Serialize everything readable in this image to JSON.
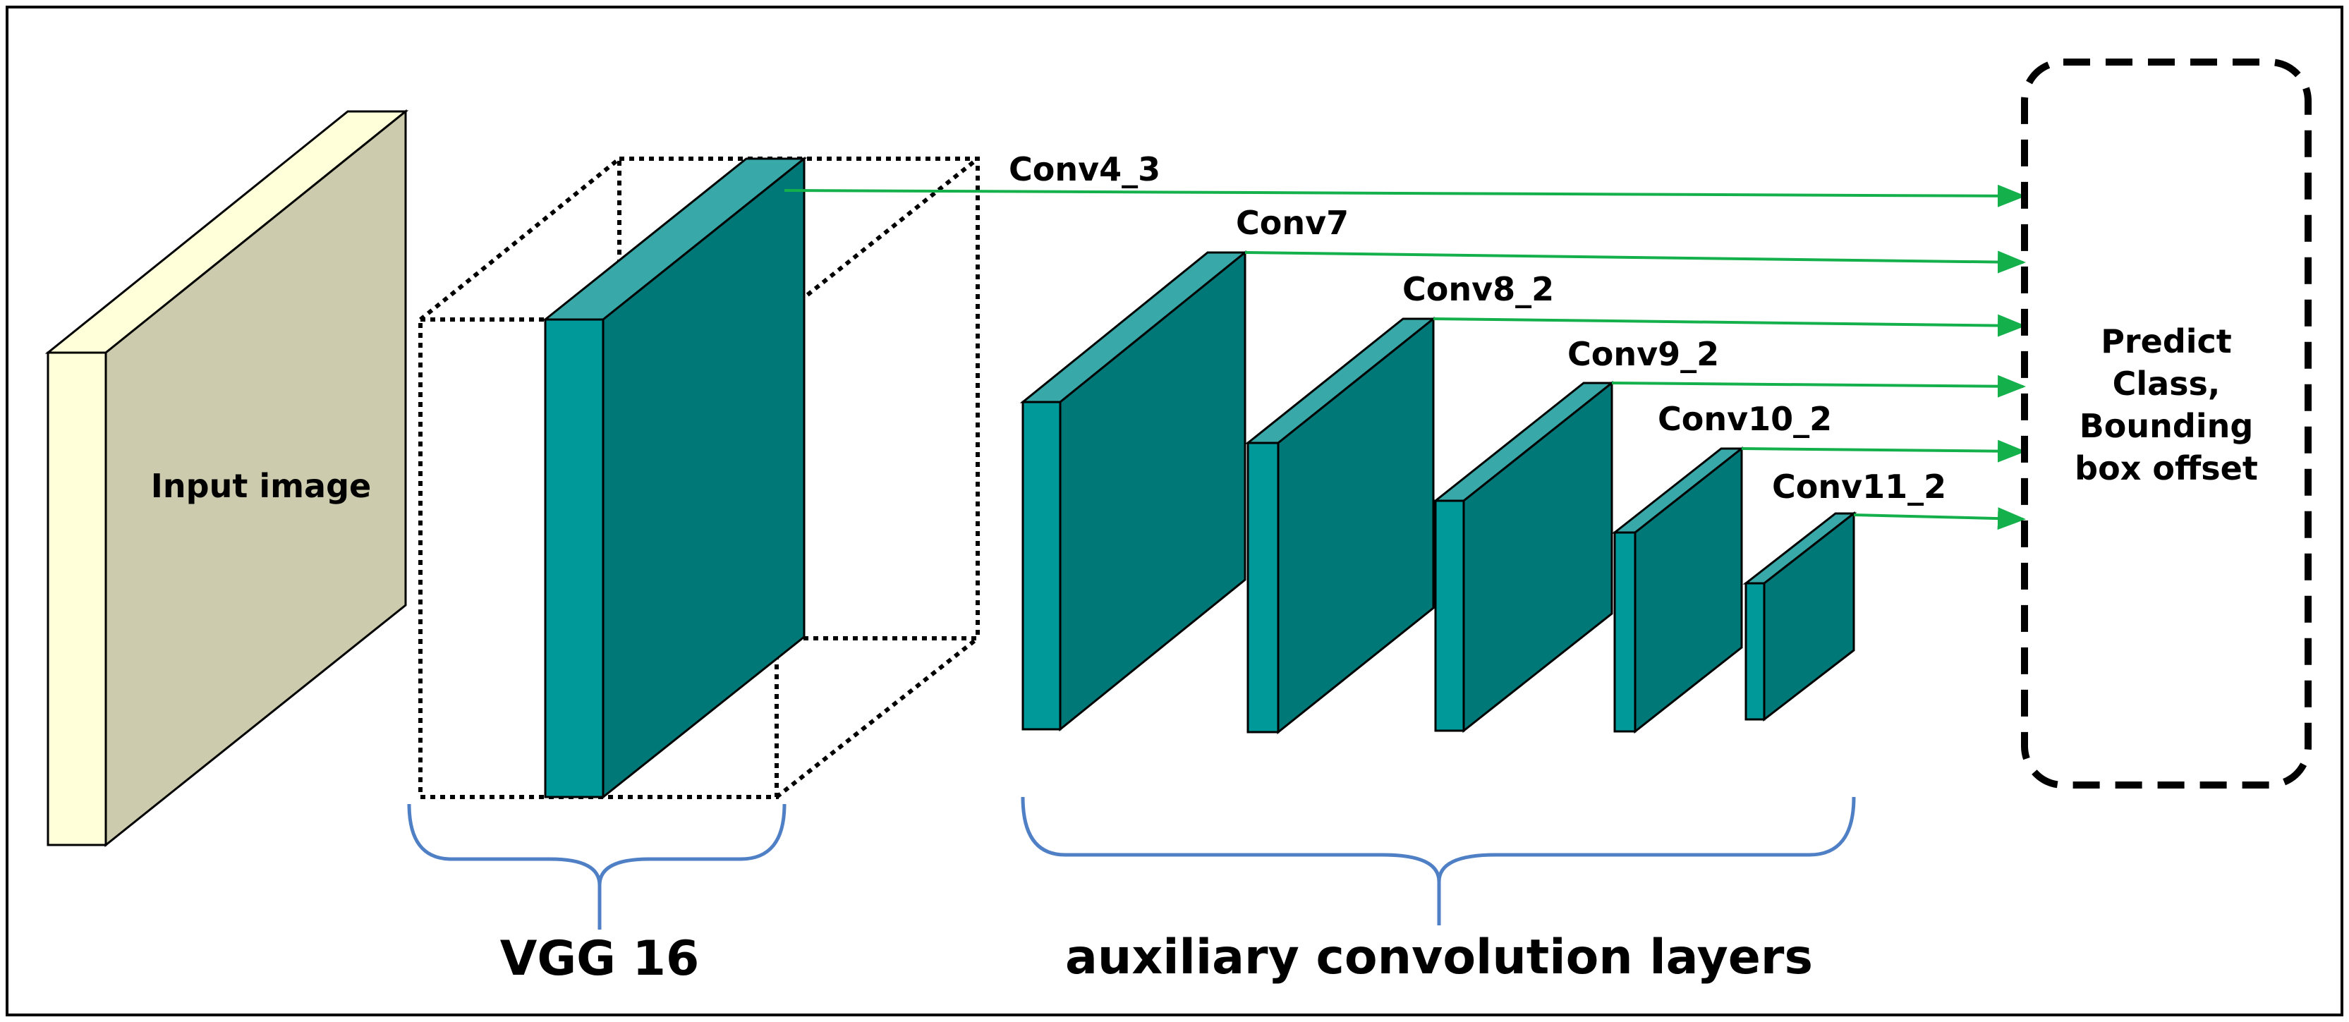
{
  "diagram": {
    "input_label": "Input image",
    "vgg_label": "VGG 16",
    "aux_label": "auxiliary convolution layers",
    "layers": [
      "Conv4_3",
      "Conv7",
      "Conv8_2",
      "Conv9_2",
      "Conv10_2",
      "Conv11_2"
    ],
    "predict_lines": [
      "Predict",
      "Class,",
      "Bounding",
      "box offset"
    ]
  },
  "colors": {
    "teal_front": "#009999",
    "teal_side": "#007878",
    "teal_top": "#38a8a8",
    "input_front": "#ffffd9",
    "input_side": "#cccbad",
    "arrow": "#13b04b",
    "brace": "#4f7fc4"
  }
}
